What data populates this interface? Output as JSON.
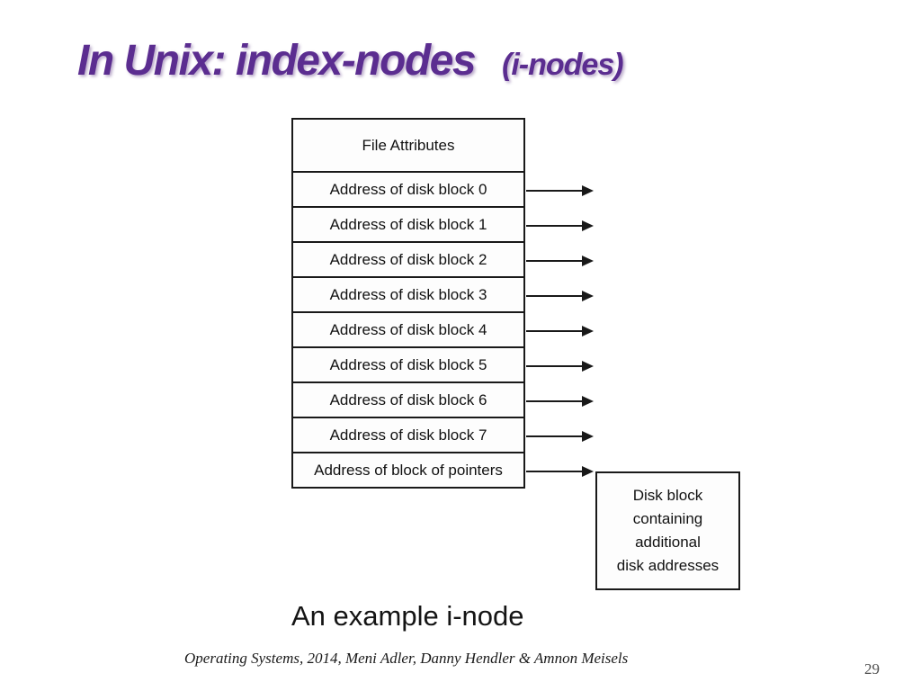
{
  "slide": {
    "title": {
      "main": "In Unix: index-nodes",
      "sub": "(i-nodes)"
    },
    "caption": "An example i-node",
    "footer": "Operating Systems, 2014, Meni Adler, Danny Hendler & Amnon Meisels",
    "page_number": "29"
  },
  "diagram": {
    "inode_table": {
      "header": "File Attributes",
      "rows": [
        "Address of disk block 0",
        "Address of disk block 1",
        "Address of disk block 2",
        "Address of disk block 3",
        "Address of disk block 4",
        "Address of disk block 5",
        "Address of disk block 6",
        "Address of disk block 7",
        "Address of block of pointers"
      ]
    },
    "disk_block_label": "Disk block\ncontaining\nadditional\ndisk addresses"
  },
  "colors": {
    "background": "#ffffff",
    "title_purple": "#5b2d90",
    "diagram_line": "#191919",
    "page_number_gray": "#4d4d4d"
  }
}
